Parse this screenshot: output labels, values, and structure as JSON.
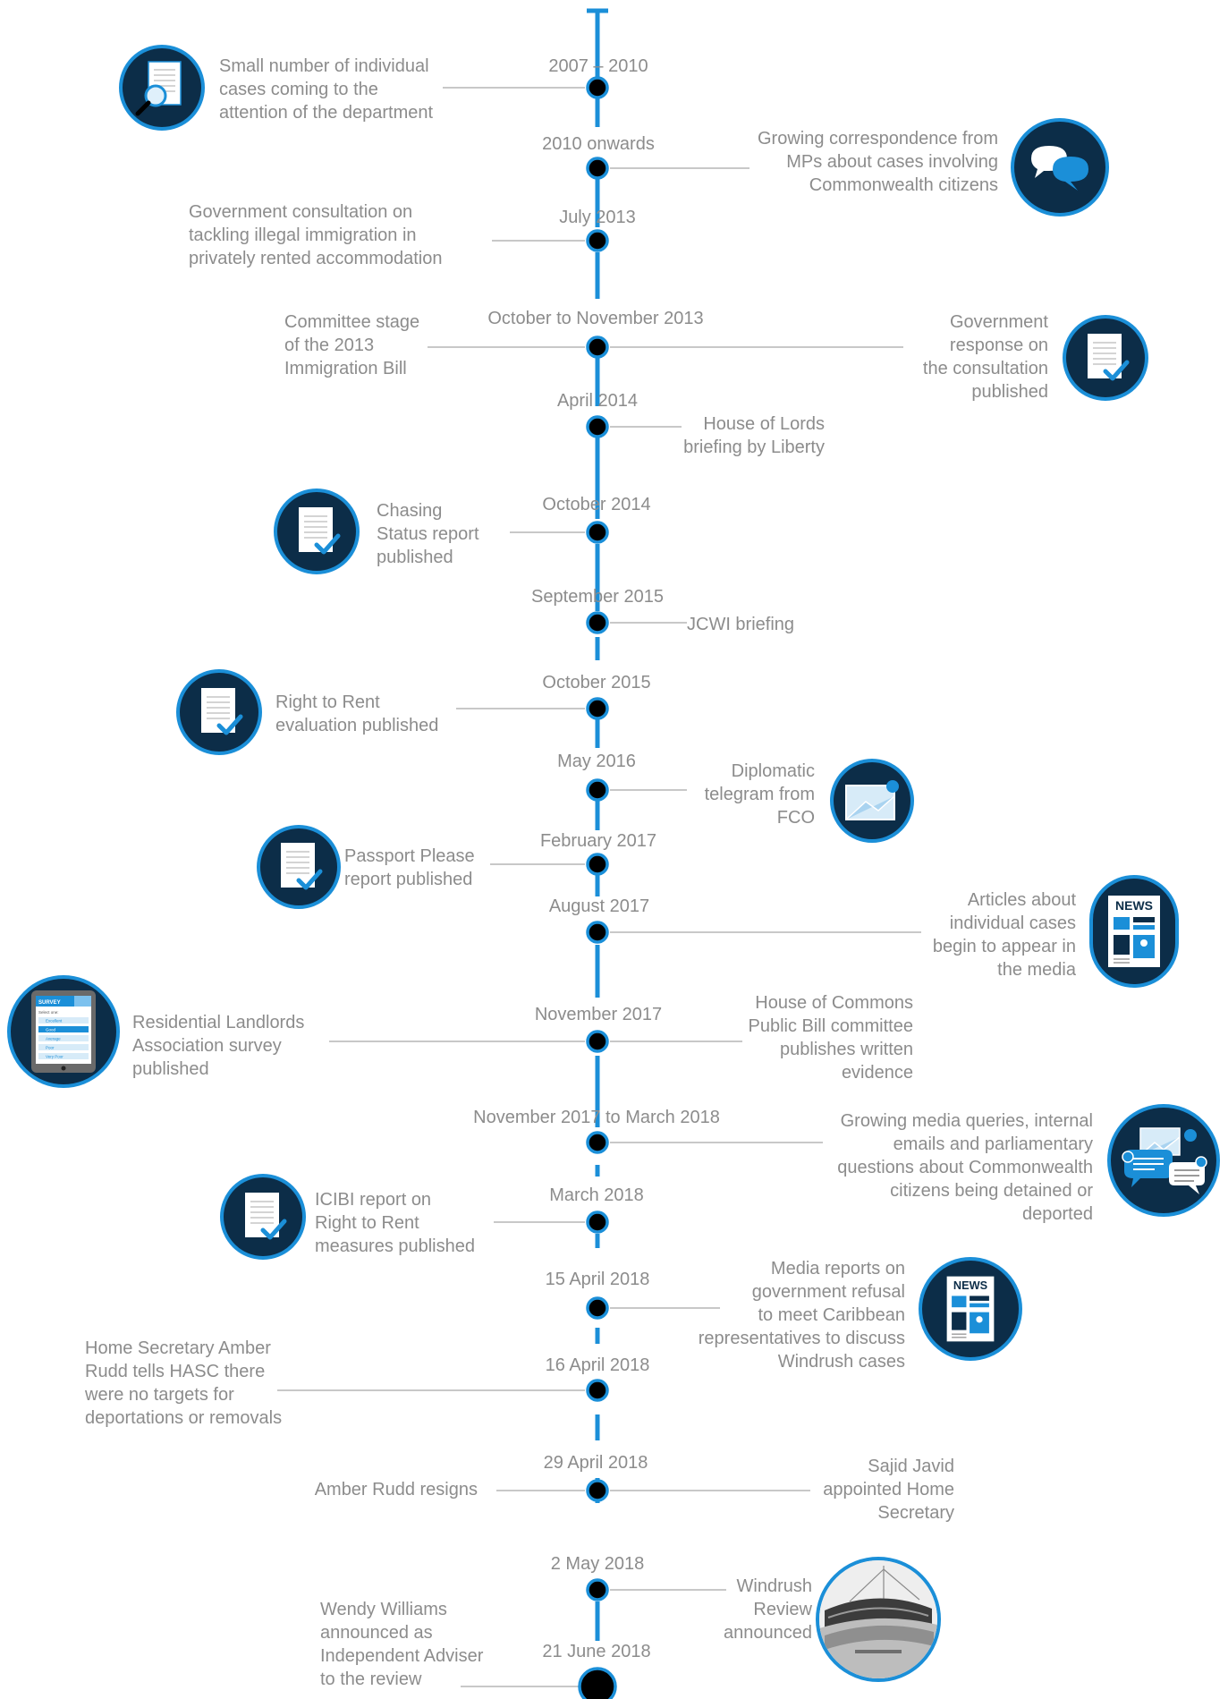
{
  "dates": {
    "d1": "2007 – 2010",
    "d2": "2010 onwards",
    "d3": "July 2013",
    "d4": "October to November 2013",
    "d5": "April 2014",
    "d6": "October 2014",
    "d7": "September 2015",
    "d8": "October 2015",
    "d9": "May 2016",
    "d10": "February 2017",
    "d11": "August 2017",
    "d12": "November 2017",
    "d13": "November 2017 to March 2018",
    "d14": "March 2018",
    "d15": "15 April 2018",
    "d16": "16 April 2018",
    "d17": "29 April 2018",
    "d18": "2 May 2018",
    "d19": "21 June 2018"
  },
  "events": {
    "e1": [
      "Small number of individual",
      "cases coming to the",
      "attention of the department"
    ],
    "e2": [
      "Growing correspondence from",
      "MPs about cases involving",
      "Commonwealth citizens"
    ],
    "e3": [
      "Government consultation on",
      "tackling illegal immigration in",
      "privately rented accommodation"
    ],
    "e4a": [
      "Committee stage",
      "of the 2013",
      "Immigration Bill"
    ],
    "e4b": [
      "Government",
      "response on",
      "the consultation",
      "published"
    ],
    "e5": [
      "House of Lords",
      "briefing by Liberty"
    ],
    "e6": [
      "Chasing",
      "Status report",
      "published"
    ],
    "e7": [
      "JCWI briefing"
    ],
    "e8": [
      "Right to Rent",
      "evaluation published"
    ],
    "e9": [
      "Diplomatic",
      "telegram from",
      "FCO"
    ],
    "e10": [
      "Passport Please",
      "report published"
    ],
    "e11": [
      "Articles about",
      "individual cases",
      "begin to appear in",
      "the media"
    ],
    "e12a": [
      "Residential Landlords",
      "Association survey",
      "published"
    ],
    "e12b": [
      "House of Commons",
      "Public Bill committee",
      "publishes written",
      "evidence"
    ],
    "e13": [
      "Growing media queries, internal",
      "emails and parliamentary",
      "questions about Commonwealth",
      "citizens being detained or",
      "deported"
    ],
    "e14": [
      "ICIBI report on",
      "Right to Rent",
      "measures published"
    ],
    "e15": [
      "Media reports on",
      "government refusal",
      "to meet Caribbean",
      "representatives to discuss",
      "Windrush cases"
    ],
    "e16": [
      "Home Secretary Amber",
      "Rudd tells HASC there",
      "were no targets for",
      "deportations or removals"
    ],
    "e17a": [
      "Amber Rudd resigns"
    ],
    "e17b": [
      "Sajid Javid",
      "appointed Home",
      "Secretary"
    ],
    "e18": [
      "Windrush",
      "Review",
      "announced"
    ],
    "e19": [
      "Wendy Williams",
      "announced as",
      "Independent Adviser",
      "to the review"
    ]
  },
  "icons": {
    "news_word": "NEWS",
    "survey_word": "SURVEY",
    "survey_sub": "Select one:",
    "survey_options": [
      "Excellent",
      "Good",
      "Average",
      "Poor",
      "Very Poor"
    ]
  },
  "colors": {
    "line": "#1b8fd8",
    "navy": "#0c2d48",
    "text": "#8c8c8c",
    "connector": "#b5b5b5"
  }
}
